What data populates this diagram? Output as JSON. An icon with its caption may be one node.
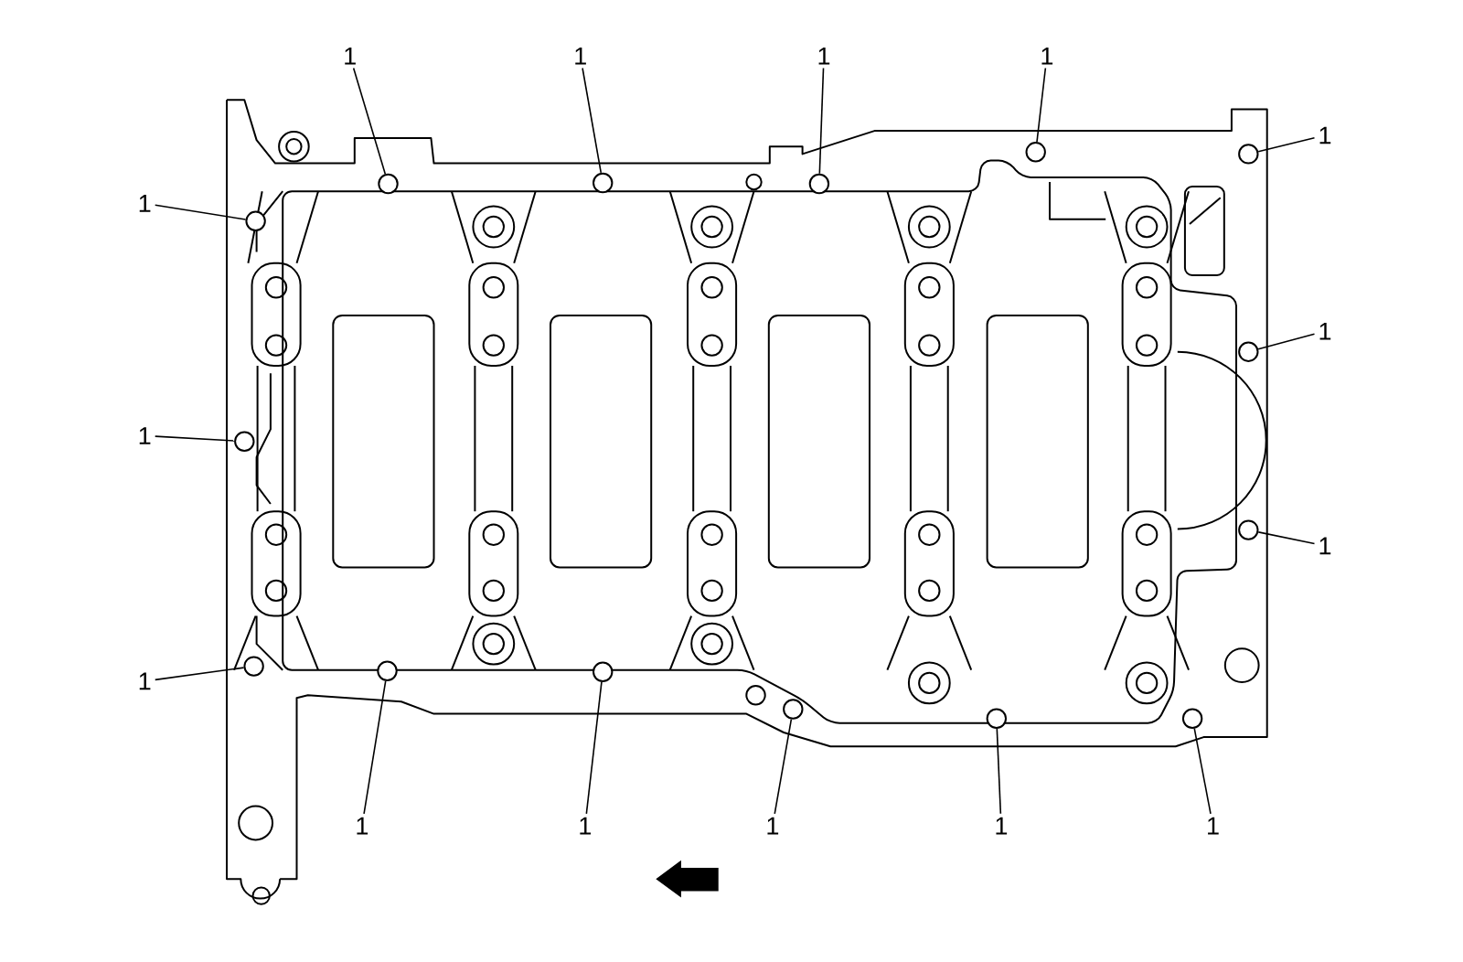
{
  "diagram": {
    "nodes": [
      {
        "text": [
          "1"
        ]
      },
      {
        "text": [
          "1"
        ]
      },
      {
        "text": [
          "1"
        ]
      },
      {
        "text": [
          "1"
        ]
      },
      {
        "text": [
          "1"
        ]
      },
      {
        "text": [
          "1"
        ]
      },
      {
        "text": [
          "1"
        ]
      },
      {
        "text": [
          "1"
        ]
      },
      {
        "text": [
          "1"
        ]
      },
      {
        "text": [
          "1"
        ]
      },
      {
        "text": [
          "1"
        ]
      },
      {
        "text": [
          "1"
        ]
      },
      {
        "text": [
          "1"
        ]
      },
      {
        "text": [
          "1"
        ]
      },
      {
        "text": [
          "1"
        ]
      },
      {
        "text": [],
        "shape": "circle"
      },
      {
        "text": [],
        "shape": "circle"
      },
      {
        "text": [],
        "shape": "circle"
      },
      {
        "text": [],
        "shape": "circle"
      },
      {
        "text": [],
        "shape": "circle"
      },
      {
        "text": [],
        "shape": "circle"
      },
      {
        "text": [],
        "shape": "circle"
      },
      {
        "text": [],
        "shape": "circle"
      },
      {
        "text": [],
        "shape": "circle"
      },
      {
        "text": [],
        "shape": "circle"
      },
      {
        "text": [],
        "shape": "circle"
      },
      {
        "text": [],
        "shape": "circle"
      },
      {
        "text": [],
        "shape": "circle"
      },
      {
        "text": [],
        "shape": "circle"
      },
      {
        "text": [],
        "shape": "circle"
      }
    ],
    "edges": [
      {
        "from": 0,
        "to": 15,
        "arrow": "none"
      },
      {
        "from": 1,
        "to": 16,
        "arrow": "none"
      },
      {
        "from": 2,
        "to": 17,
        "arrow": "none"
      },
      {
        "from": 3,
        "to": 18,
        "arrow": "none"
      },
      {
        "from": 4,
        "to": 19,
        "arrow": "none"
      },
      {
        "from": 5,
        "to": 20,
        "arrow": "none"
      },
      {
        "from": 6,
        "to": 21,
        "arrow": "none"
      },
      {
        "from": 7,
        "to": 22,
        "arrow": "none"
      },
      {
        "from": 8,
        "to": 23,
        "arrow": "none"
      },
      {
        "from": 9,
        "to": 24,
        "arrow": "none"
      },
      {
        "from": 10,
        "to": 25,
        "arrow": "none"
      },
      {
        "from": 11,
        "to": 26,
        "arrow": "none"
      },
      {
        "from": 12,
        "to": 27,
        "arrow": "none"
      },
      {
        "from": 13,
        "to": 28,
        "arrow": "none"
      },
      {
        "from": 14,
        "to": 29,
        "arrow": "none"
      }
    ]
  }
}
